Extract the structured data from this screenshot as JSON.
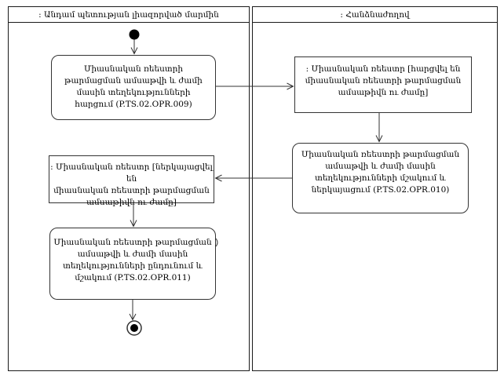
{
  "diagram": {
    "type": "uml-activity-swimlane",
    "colors": {
      "line": "#1a1a1a",
      "background": "#ffffff",
      "text": "#000000"
    },
    "lanes": [
      {
        "id": "member-state-authorized-body",
        "title": ": Անդամ պետության լիազորված մարմին"
      },
      {
        "id": "commission",
        "title": ": Հանձնաժողով"
      }
    ],
    "nodes": {
      "action_009": {
        "kind": "action",
        "lane": "member-state-authorized-body",
        "text": "Միասնական ռեեստրի թարմացման ամսաթվի և ժամի մասին տեղեկությունների հարցում (P.TS.02.OPR.009)",
        "lines": [
          "Միասնական ռեեստրի",
          "թարմացման ամսաթվի և ժամի",
          "մասին տեղեկությունների",
          "հարցում (P.TS.02.OPR.009)"
        ]
      },
      "object_queried": {
        "kind": "object",
        "lane": "commission",
        "text": ": Միասնական ռեեստր [հարցվել են միասնական ռեեստրի թարմացման ամսաթիվն ու ժամը]",
        "lines": [
          ": Միասնական ռեեստր [հարցվել են",
          "միասնական ռեեստրի թարմացման",
          "ամսաթիվն ու ժամը]"
        ]
      },
      "action_010": {
        "kind": "action",
        "lane": "commission",
        "text": "Միասնական ռեեստրի թարմացման ամսաթվի և ժամի մասին տեղեկությունների մշակում և ներկայացում (P.TS.02.OPR.010)",
        "lines": [
          "Միասնական ռեեստրի թարմացման",
          "ամսաթվի և ժամի մասին",
          "տեղեկությունների մշակում և",
          "ներկայացում (P.TS.02.OPR.010)"
        ]
      },
      "object_submitted": {
        "kind": "object",
        "lane": "member-state-authorized-body",
        "text": ": Միասնական ռեեստր [ներկայացվել են միասնական ռեեստրի թարմացման ամսաթիվն ու ժամը]",
        "lines": [
          ": Միասնական ռեեստր [ներկայացվել են",
          "միասնական ռեեստրի թարմացման",
          "ամսաթիվն ու ժամը]"
        ]
      },
      "action_011": {
        "kind": "action",
        "lane": "member-state-authorized-body",
        "text": "Միասնական ռեեստրի թարմացման ամսաթվի և ժամի մասին տեղեկությունների ընդունում և մշակում (P.TS.02.OPR.011)",
        "lines": [
          "Միասնական ռեեստրի թարմացման",
          "ամսաթվի և ժամի մասին",
          "տեղեկությունների ընդունում և",
          "մշակում (P.TS.02.OPR.011)"
        ]
      }
    },
    "edges": [
      {
        "from": "start",
        "to": "action_009"
      },
      {
        "from": "action_009",
        "to": "object_queried"
      },
      {
        "from": "object_queried",
        "to": "action_010"
      },
      {
        "from": "action_010",
        "to": "object_submitted"
      },
      {
        "from": "object_submitted",
        "to": "action_011"
      },
      {
        "from": "action_011",
        "to": "final"
      }
    ]
  }
}
